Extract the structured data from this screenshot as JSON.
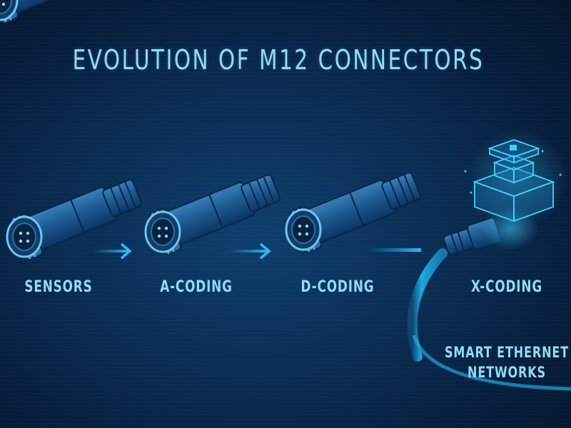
{
  "title": "EVOLUTION OF M12 CONNECTORS",
  "stages": [
    {
      "label": "SENSORS",
      "icon": "m12-connector-icon"
    },
    {
      "label": "A-CODING",
      "icon": "m12-connector-icon"
    },
    {
      "label": "D-CODING",
      "icon": "m12-connector-icon"
    },
    {
      "label": "X-CODING",
      "icon": "cable-connector-icon"
    }
  ],
  "endpoint": {
    "line1": "SMART ETHERNET",
    "line2": "NETWORKS",
    "icon": "network-stack-icon"
  },
  "colors": {
    "background": "#0a2e55",
    "text": "#8fdcf6",
    "accent": "#1ea7e0",
    "glow": "#3fd0ff"
  }
}
